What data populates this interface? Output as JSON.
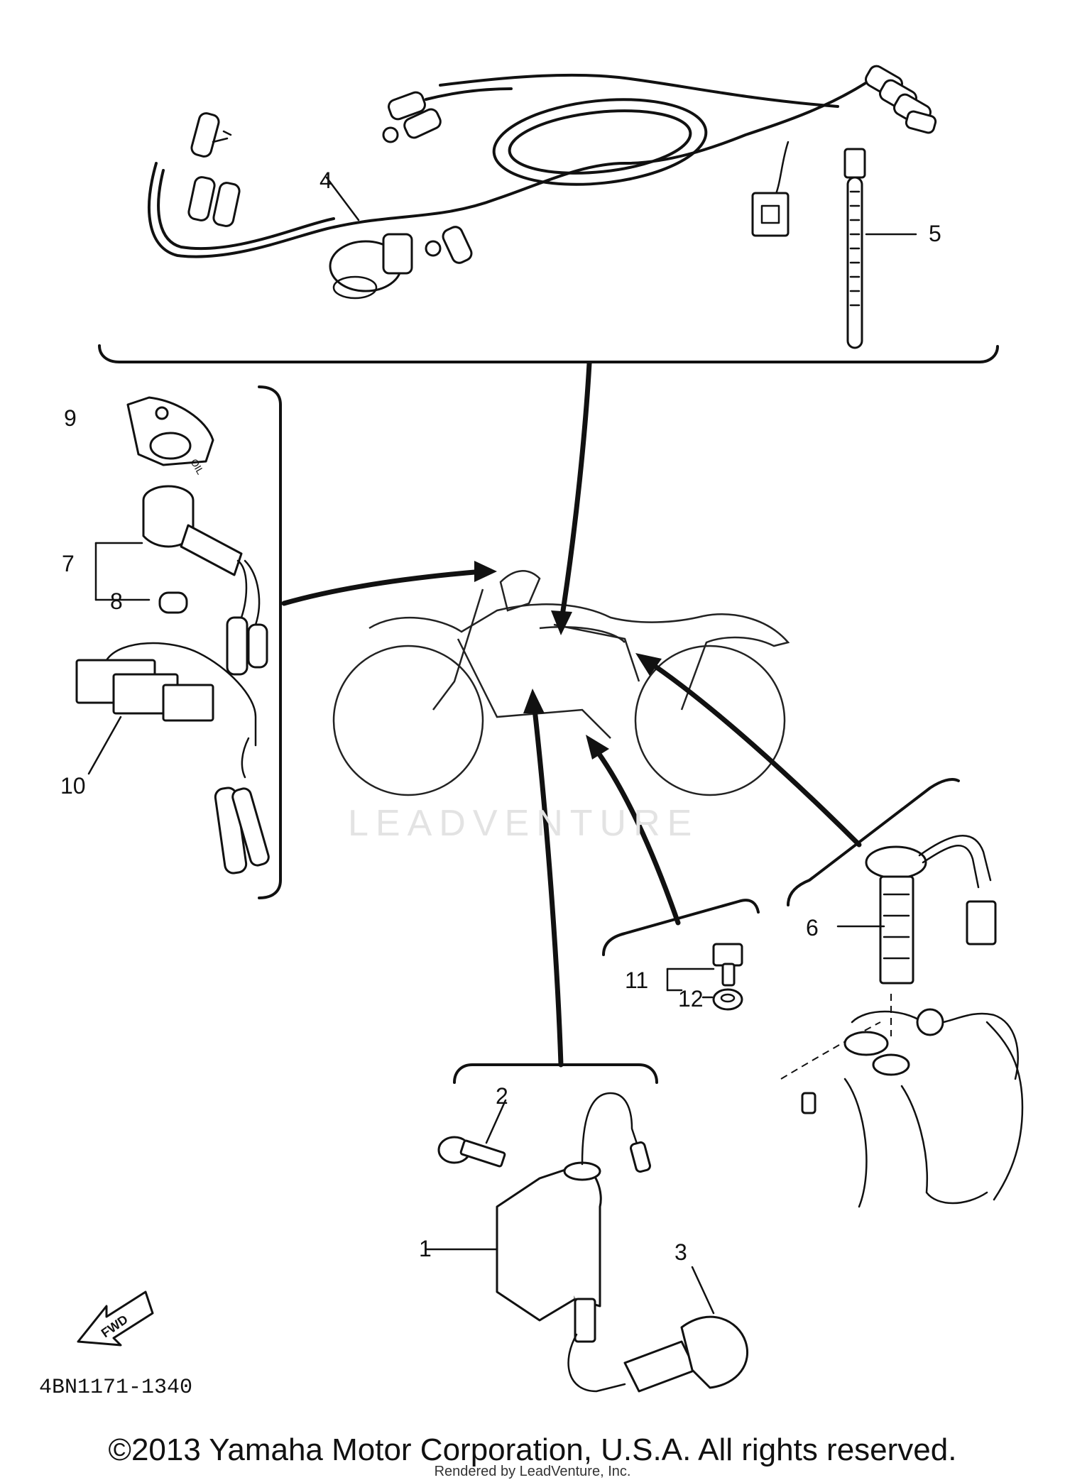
{
  "callouts": [
    {
      "id": "c1",
      "text": "1"
    },
    {
      "id": "c2",
      "text": "2"
    },
    {
      "id": "c3",
      "text": "3"
    },
    {
      "id": "c4",
      "text": "4"
    },
    {
      "id": "c5",
      "text": "5"
    },
    {
      "id": "c6",
      "text": "6"
    },
    {
      "id": "c7",
      "text": "7"
    },
    {
      "id": "c8",
      "text": "8"
    },
    {
      "id": "c9",
      "text": "9"
    },
    {
      "id": "c10",
      "text": "10"
    },
    {
      "id": "c11",
      "text": "11"
    },
    {
      "id": "c12",
      "text": "12"
    }
  ],
  "oil_cap_text": "OIL",
  "fwd_label": "FWD",
  "part_number": "4BN1171-1340",
  "watermark": "LEADVENTURE",
  "copyright": "©2013 Yamaha Motor Corporation, U.S.A. All rights reserved.",
  "rendered_by": "Rendered by LeadVenture, Inc."
}
